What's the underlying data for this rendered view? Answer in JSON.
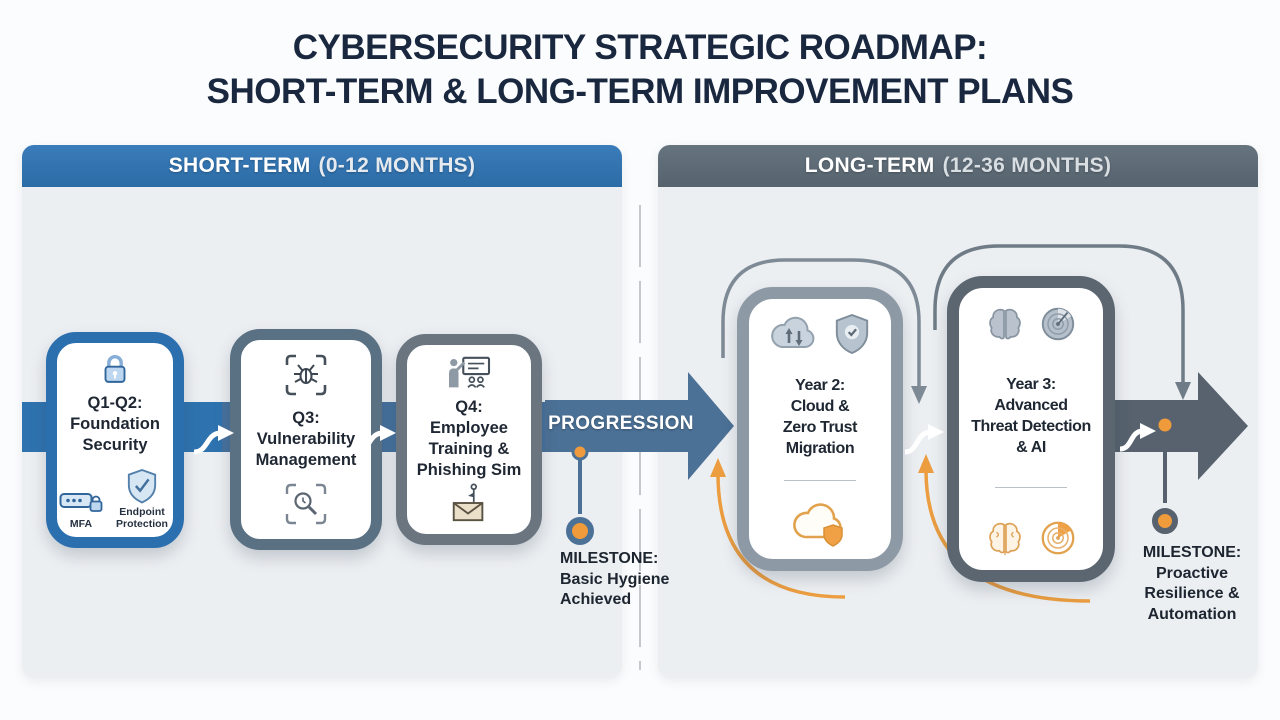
{
  "title": {
    "line1": "CYBERSECURITY STRATEGIC ROADMAP:",
    "line2": "SHORT-TERM & LONG-TERM IMPROVEMENT PLANS"
  },
  "panels": {
    "short_term": {
      "header_main": "SHORT-TERM",
      "header_range": "(0-12 MONTHS)",
      "cards": [
        {
          "title_lines": [
            "Q1-Q2:",
            "Foundation",
            "Security"
          ],
          "icon": "lock-icon",
          "sub_items": [
            {
              "icon": "mfa-password-icon",
              "label": "MFA"
            },
            {
              "icon": "shield-check-icon",
              "label": "Endpoint Protection"
            }
          ]
        },
        {
          "title_lines": [
            "Q3:",
            "Vulnerability",
            "Management"
          ],
          "icon_top": "bug-scan-icon",
          "icon_bottom": "magnifier-scan-icon"
        },
        {
          "title_lines": [
            "Q4:",
            "Employee",
            "Training &",
            "Phishing Sim"
          ],
          "icon_top": "training-presentation-icon",
          "icon_bottom": "phishing-email-icon"
        }
      ]
    },
    "long_term": {
      "header_main": "LONG-TERM",
      "header_range": "(12-36 MONTHS)",
      "cards": [
        {
          "title_lines": [
            "Year 2:",
            "Cloud &",
            "Zero Trust",
            "Migration"
          ],
          "icons_top": [
            "cloud-sync-icon",
            "shield-check-icon"
          ],
          "icon_bottom": "cloud-shield-orange-icon"
        },
        {
          "title_lines": [
            "Year 3:",
            "Advanced",
            "Threat Detection",
            "& AI"
          ],
          "icons_top": [
            "brain-icon",
            "radar-icon"
          ],
          "icons_bottom": [
            "brain-orange-icon",
            "radar-orange-icon"
          ]
        }
      ]
    }
  },
  "progression_label": "PROGRESSION",
  "milestones": [
    {
      "label": "MILESTONE:",
      "lines": [
        "Basic Hygiene",
        "Achieved"
      ]
    },
    {
      "label": "MILESTONE:",
      "lines": [
        "Proactive",
        "Resilience &",
        "Automation"
      ]
    }
  ],
  "colors": {
    "accent_blue": "#2e73af",
    "slate_header": "#5d6b76",
    "orange": "#ef9b3b",
    "progression_arrow": "#4c7196",
    "final_arrow": "#57626e",
    "title_navy": "#19273f"
  }
}
